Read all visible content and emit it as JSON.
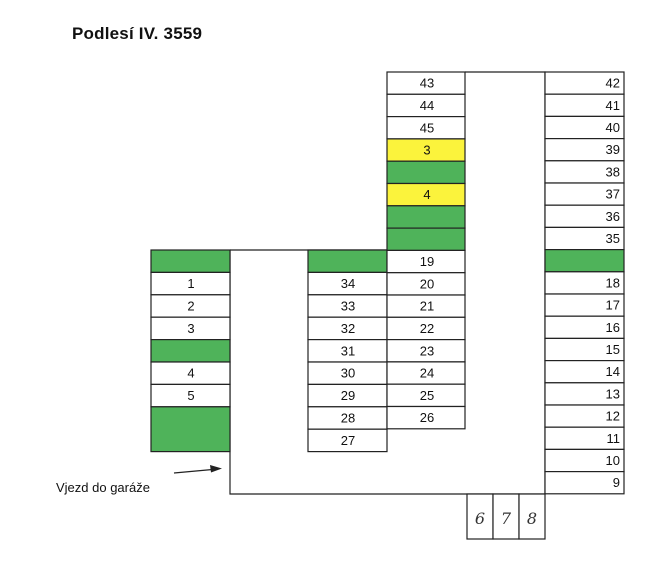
{
  "title": "Podlesí IV. 3559",
  "entrance_label": "Vjezd do garáže",
  "colors": {
    "occupied": "#4fb35a",
    "highlight": "#fbf33c",
    "free": "#ffffff",
    "outline": "#222222"
  },
  "left_column": [
    {
      "label": "",
      "color": "green"
    },
    {
      "label": "1",
      "color": "white"
    },
    {
      "label": "2",
      "color": "white"
    },
    {
      "label": "3",
      "color": "white"
    },
    {
      "label": "",
      "color": "green"
    },
    {
      "label": "4",
      "color": "white"
    },
    {
      "label": "5",
      "color": "white"
    },
    {
      "label": "",
      "color": "green"
    }
  ],
  "center_left_column": [
    {
      "label": "",
      "color": "green"
    },
    {
      "label": "34",
      "color": "white"
    },
    {
      "label": "33",
      "color": "white"
    },
    {
      "label": "32",
      "color": "white"
    },
    {
      "label": "31",
      "color": "white"
    },
    {
      "label": "30",
      "color": "white"
    },
    {
      "label": "29",
      "color": "white"
    },
    {
      "label": "28",
      "color": "white"
    },
    {
      "label": "27",
      "color": "white"
    }
  ],
  "center_right_column": [
    {
      "label": "43",
      "color": "white"
    },
    {
      "label": "44",
      "color": "white"
    },
    {
      "label": "45",
      "color": "white"
    },
    {
      "label": "3",
      "color": "yellow"
    },
    {
      "label": "",
      "color": "green"
    },
    {
      "label": "4",
      "color": "yellow"
    },
    {
      "label": "",
      "color": "green"
    },
    {
      "label": "",
      "color": "green"
    },
    {
      "label": "19",
      "color": "white"
    },
    {
      "label": "20",
      "color": "white"
    },
    {
      "label": "21",
      "color": "white"
    },
    {
      "label": "22",
      "color": "white"
    },
    {
      "label": "23",
      "color": "white"
    },
    {
      "label": "24",
      "color": "white"
    },
    {
      "label": "25",
      "color": "white"
    },
    {
      "label": "26",
      "color": "white"
    }
  ],
  "right_column": [
    {
      "label": "42",
      "color": "white"
    },
    {
      "label": "41",
      "color": "white"
    },
    {
      "label": "40",
      "color": "white"
    },
    {
      "label": "39",
      "color": "white"
    },
    {
      "label": "38",
      "color": "white"
    },
    {
      "label": "37",
      "color": "white"
    },
    {
      "label": "36",
      "color": "white"
    },
    {
      "label": "35",
      "color": "white"
    },
    {
      "label": "",
      "color": "green"
    },
    {
      "label": "18",
      "color": "white"
    },
    {
      "label": "17",
      "color": "white"
    },
    {
      "label": "16",
      "color": "white"
    },
    {
      "label": "15",
      "color": "white"
    },
    {
      "label": "14",
      "color": "white"
    },
    {
      "label": "13",
      "color": "white"
    },
    {
      "label": "12",
      "color": "white"
    },
    {
      "label": "11",
      "color": "white"
    },
    {
      "label": "10",
      "color": "white"
    },
    {
      "label": "9",
      "color": "white"
    }
  ],
  "bottom_spots": [
    "6",
    "7",
    "8"
  ]
}
